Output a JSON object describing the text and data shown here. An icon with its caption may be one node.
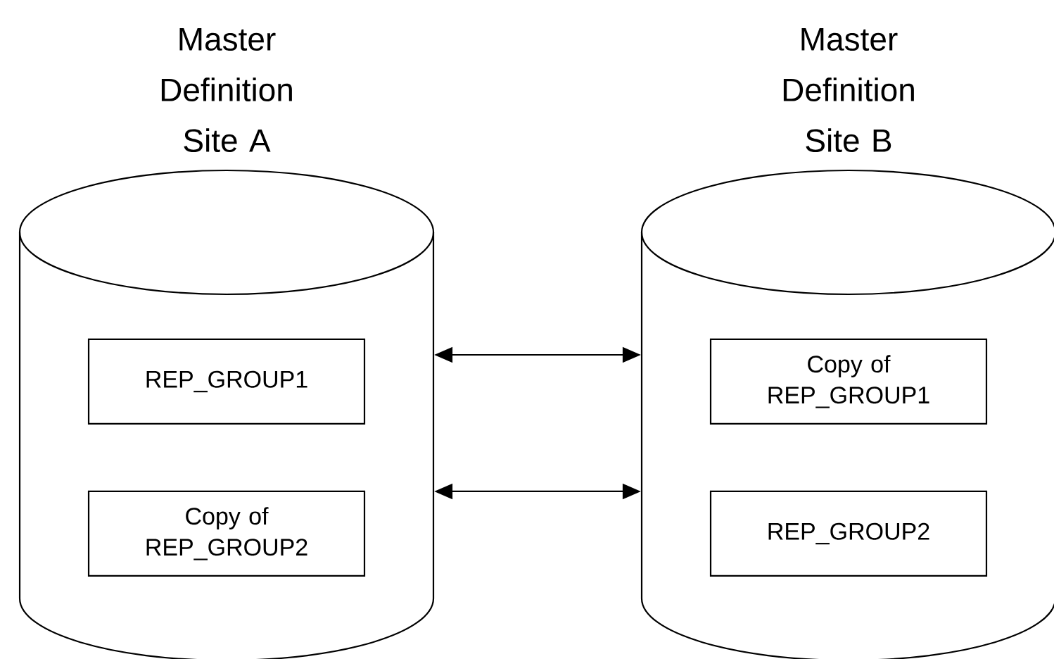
{
  "diagram": {
    "nodes": [
      {
        "text": [
          "Master Definition Site A"
        ]
      },
      {
        "text": [
          "REP_GROUP1"
        ],
        "in": 0
      },
      {
        "text": [
          "Copy of REP_GROUP2"
        ],
        "in": 0
      },
      {
        "text": [
          "Master Definition Site B"
        ]
      },
      {
        "text": [
          "Copy of REP_GROUP1"
        ],
        "in": 3
      },
      {
        "text": [
          "REP_GROUP2"
        ],
        "in": 3
      }
    ],
    "edges": [
      {
        "from": 0,
        "to": 3,
        "arrow": "both"
      },
      {
        "from": 0,
        "to": 3,
        "arrow": "both"
      }
    ]
  }
}
